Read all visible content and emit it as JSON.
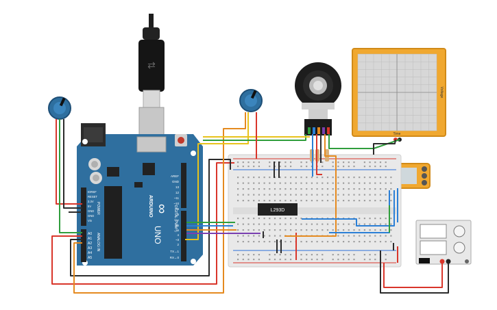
{
  "canvas": {
    "background": "#ffffff"
  },
  "arduino": {
    "board_color": "#2f6f9f",
    "brand": "ARDUINO",
    "model": "UNO",
    "digital_header": "DIGITAL (PWM~)",
    "power_header": "POWER",
    "analog_header": "ANALOG IN",
    "power_pins": [
      "IOREF",
      "RESET",
      "3.3V",
      "5V",
      "GND",
      "GND",
      "Vin"
    ],
    "analog_pins": [
      "A0",
      "A1",
      "A2",
      "A3",
      "A4",
      "A5"
    ],
    "digital_pins": [
      "AREF",
      "GND",
      "13",
      "12",
      "~11",
      "~10",
      "~9",
      "8",
      "7",
      "~6",
      "~5",
      "4",
      "~3",
      "2",
      "TX→1",
      "RX←0"
    ]
  },
  "breadboard": {
    "body_color": "#e9e9e9",
    "rail_red": "#d9352a",
    "rail_blue": "#2a6fd9"
  },
  "motor_driver": {
    "label": "L293D"
  },
  "oscilloscope": {
    "frame_color": "#f0a830",
    "y_label": "Voltage",
    "x_label": "Time"
  },
  "multimeter": {
    "frame_color": "#f0a830"
  },
  "power_supply": {
    "body_color": "#e8e8e8"
  },
  "wire_colors": {
    "red": "#d9352a",
    "black": "#2b2b2b",
    "green": "#2f9e3c",
    "orange": "#e58a1f",
    "yellow": "#e8c21b",
    "purple": "#7a3fb0",
    "blue": "#2a7fd6"
  }
}
